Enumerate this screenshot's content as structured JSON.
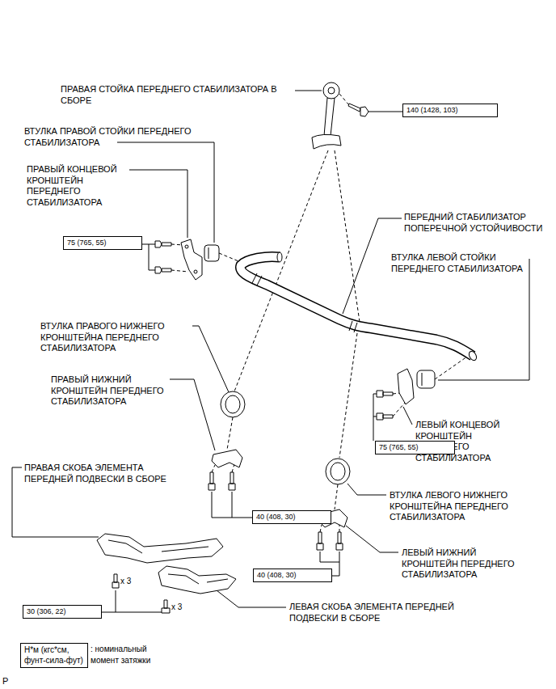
{
  "diagram": {
    "nodes": [
      {
        "text": [
          "140 (1428, 103)"
        ]
      },
      {
        "text": [
          "75 (765, 55)"
        ]
      },
      {
        "text": [
          "75 (765, 55)"
        ]
      },
      {
        "text": [
          "40 (408, 30)"
        ]
      },
      {
        "text": [
          "40 (408, 30)"
        ]
      },
      {
        "text": [
          "30 (306, 22)"
        ]
      },
      {
        "text": [
          "Н*м (кгс*см, фунт-сила-фут)"
        ]
      }
    ],
    "labels": [
      "ПРАВАЯ СТОЙКА ПЕРЕДНЕГО СТАБИЛИЗАТОРА В СБОРЕ",
      "ВТУЛКА ПРАВОЙ СТОЙКИ ПЕРЕДНЕГО СТАБИЛИЗАТОРА",
      "ПРАВЫЙ КОНЦЕВОЙ КРОНШТЕЙН ПЕРЕДНЕГО СТАБИЛИЗАТОРА",
      "ПЕРЕДНИЙ СТАБИЛИЗАТОР ПОПЕРЕЧНОЙ УСТОЙЧИВОСТИ",
      "ВТУЛКА ЛЕВОЙ СТОЙКИ ПЕРЕДНЕГО СТАБИЛИЗАТОРА",
      "ВТУЛКА ПРАВОГО НИЖНЕГО КРОНШТЕЙНА ПЕРЕДНЕГО СТАБИЛИЗАТОРА",
      "ПРАВЫЙ НИЖНИЙ КРОНШТЕЙН ПЕРЕДНЕГО СТАБИЛИЗАТОРА",
      "ЛЕВЫЙ КОНЦЕВОЙ КРОНШТЕЙН ПЕРЕДНЕГО СТАБИЛИЗАТОРА",
      "ПРАВАЯ СКОБА ЭЛЕМЕНТА ПЕРЕДНЕЙ ПОДВЕСКИ В СБОРЕ",
      "ВТУЛКА ЛЕВОГО НИЖНЕГО КРОНШТЕЙНА ПЕРЕДНЕГО СТАБИЛИЗАТОРА",
      "ЛЕВЫЙ НИЖНИЙ КРОНШТЕЙН ПЕРЕДНЕГО СТАБИЛИЗАТОРА",
      "x 3",
      "x 3",
      "ЛЕВАЯ СКОБА ЭЛЕМЕНТА ПЕРЕДНЕЙ ПОДВЕСКИ В СБОРЕ",
      ": номинальный момент затяжки",
      "P"
    ]
  }
}
